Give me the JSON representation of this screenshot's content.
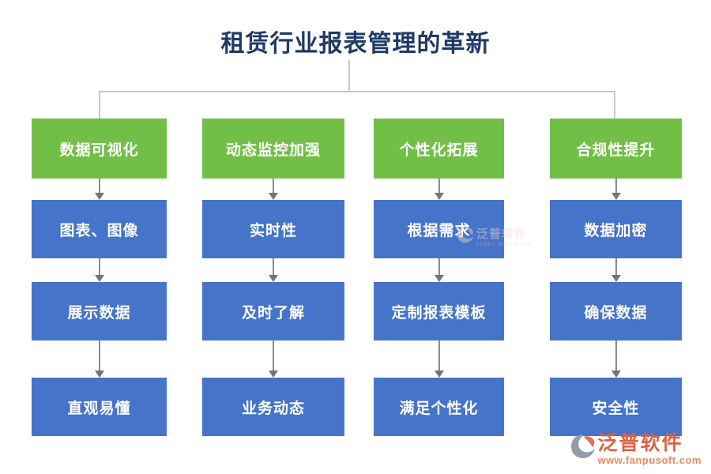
{
  "title": "租赁行业报表管理的革新",
  "columns": [
    {
      "header": "数据可视化",
      "items": [
        "图表、图像",
        "展示数据",
        "直观易懂"
      ]
    },
    {
      "header": "动态监控加强",
      "items": [
        "实时性",
        "及时了解",
        "业务动态"
      ]
    },
    {
      "header": "个性化拓展",
      "items": [
        "根据需求",
        "定制报表模板",
        "满足个性化"
      ]
    },
    {
      "header": "合规性提升",
      "items": [
        "数据加密",
        "确保数据",
        "安全性"
      ]
    }
  ],
  "watermark": {
    "text": "泛普软件",
    "subtext": "FANPU SOFTWARE"
  },
  "logo": {
    "name": "泛普软件",
    "url": "www.fanpusoft.com"
  },
  "colors": {
    "header_green": "#72BF47",
    "item_blue": "#4574C9",
    "title_navy": "#1F3A68",
    "connector_gray": "#C8C8C8",
    "arrow_gray": "#747474",
    "logo_orange": "#E06040",
    "logo_url_orange": "#EA8C5E"
  }
}
